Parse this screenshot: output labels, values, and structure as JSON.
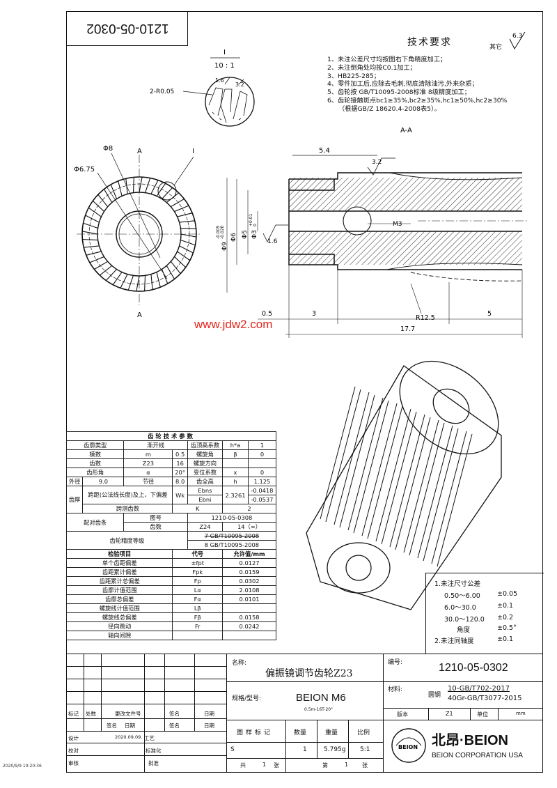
{
  "drawing_number": "1210-05-0302",
  "watermark": "www.jdw2.com",
  "timestamp": "2020/9/9 10:20:36",
  "tech_req": {
    "title": "技术要求",
    "other_label": "其它",
    "roughness_default": "6.3",
    "items": [
      "1、未注公差尺寸均按图右下角精度加工；",
      "2、未注倒角处均按C0.1加工；",
      "3、HB225-285；",
      "4、零件加工后,应除去毛刺,彻底清除油污,外来杂质；",
      "5、齿轮按 GB/T10095-2008标准 8级精度加工；",
      "6、齿轮接触斑点bc1≥35%,bc2≥35%,hc1≥50%,hc2≥30%",
      "（根据GB/Z 18620.4-2008表5）。"
    ]
  },
  "views": {
    "detail_label": "I",
    "detail_scale": "10 : 1",
    "detail_radius": "2-R0.05",
    "detail_dims": [
      "1.6",
      "3.2"
    ],
    "section_label": "A-A",
    "section_mark": "A",
    "front_dims": [
      "Φ8",
      "Φ6.75"
    ],
    "section_dims": {
      "d_5_4": "5.4",
      "rough_3_2": "3.2",
      "m3": "M3",
      "d9": "Φ9",
      "d9_tol_u": "-0.005",
      "d9_tol_l": "-0.020",
      "d6": "Φ6",
      "d5": "Φ5",
      "d3": "Φ3",
      "d3_tol_u": "+0.01",
      "d3_tol_l": "0",
      "rough_1_6": "1.6",
      "d0_5": "0.5",
      "d3_len": "3",
      "r12_5": "R12.5",
      "d5_len": "5",
      "total": "17.7"
    }
  },
  "gear_params": {
    "title": "齿轮技术参数",
    "rows": [
      [
        "齿廓类型",
        "渐开线",
        "齿顶高系数",
        "h*a",
        "1"
      ],
      [
        "模数",
        "m",
        "0.5",
        "螺旋角",
        "β",
        "0"
      ],
      [
        "齿数",
        "Z23",
        "16",
        "螺旋方向",
        "",
        ""
      ],
      [
        "齿形角",
        "α",
        "20°",
        "变位系数",
        "x",
        "0"
      ],
      [
        "外径",
        "9.0",
        "节径",
        "8.0",
        "齿全高",
        "h",
        "1.125"
      ]
    ],
    "thickness_label": "齿厚",
    "span_label": "跨距(公法线长度)及上、下偏差",
    "wk": "Wk",
    "ebns": "Ebns",
    "ebni": "Ebni",
    "wk_val": "2.3261",
    "ebns_val": "-0.0418",
    "ebni_val": "-0.0537",
    "span_teeth_label": "跨测齿数",
    "k": "K",
    "k_val": "2",
    "mate_label": "配对齿条",
    "mate_drawing_label": "图号",
    "mate_drawing_val": "1210-05-0308",
    "mate_teeth_label": "齿数",
    "mate_z": "Z24",
    "mate_teeth_val": "14（∞）",
    "grade_label": "齿轮精度等级",
    "grade_old": "7 GB/T10095-2008",
    "grade_new": "8 GB/T10095-2008",
    "inspect_header": [
      "检验项目",
      "代号",
      "允许值/mm"
    ],
    "inspect": [
      [
        "单个齿距偏差",
        "±fpt",
        "0.0127"
      ],
      [
        "齿距累计偏差",
        "Fpk",
        "0.0159"
      ],
      [
        "齿距累计总偏差",
        "Fp",
        "0.0302"
      ],
      [
        "齿廓计值范围",
        "Lα",
        "2.0108"
      ],
      [
        "齿廓总偏差",
        "Fα",
        "0.0101"
      ],
      [
        "螺旋线计值范围",
        "Lβ",
        ""
      ],
      [
        "螺旋线总偏差",
        "Fβ",
        "0.0158"
      ],
      [
        "径向跳动",
        "Fr",
        "0.0242"
      ],
      [
        "轴向间隙",
        "",
        ""
      ]
    ]
  },
  "tolerance": {
    "title": "1.未注尺寸公差",
    "rows": [
      [
        "0.50～6.00",
        "±0.05"
      ],
      [
        "6.0～30.0",
        "±0.1"
      ],
      [
        "30.0～120.0",
        "±0.2"
      ],
      [
        "角度",
        "±0.5°"
      ]
    ],
    "coax": "2.未注同轴度",
    "coax_val": "±0.1"
  },
  "title_block": {
    "name_label": "名称:",
    "name": "偏振镜调节齿轮Z23",
    "number_label": "编号:",
    "number": "1210-05-0302",
    "spec_label": "规格/型号:",
    "spec": "BEION M6",
    "spec_sub": "0.5m-16T-20°",
    "material_label": "材料:",
    "material_kind": "圆钢",
    "material_1": "10-GB/T702-2017",
    "material_2": "40Gr-GB/T3077-2015",
    "version_label": "版本",
    "version": "Z1",
    "unit_label": "单位",
    "unit": "mm",
    "rev_headers": [
      "标记",
      "处数",
      "更改文件号",
      "签名",
      "日期"
    ],
    "rev_headers2": [
      "签名",
      "日期",
      "签名",
      "日期"
    ],
    "design_label": "设计",
    "design_date": "2020.09.09.",
    "process_label": "工艺",
    "check_label": "校对",
    "std_label": "标准化",
    "review_label": "审核",
    "approve_label": "批准",
    "stage_label": "图样标记",
    "qty_label": "数量",
    "weight_label": "重量",
    "scale_label": "比例",
    "stage": "S",
    "qty": "1",
    "weight": "5.795g",
    "scale": "5:1",
    "total_label": "共",
    "total_sheets": "1",
    "sheet_unit": "张",
    "sheet_label": "第",
    "sheet_no": "1",
    "sheet_unit2": "张",
    "brand": "北昂·BEION",
    "brand_corp": "BEION CORPORATION USA",
    "logo_text": "BEION"
  }
}
